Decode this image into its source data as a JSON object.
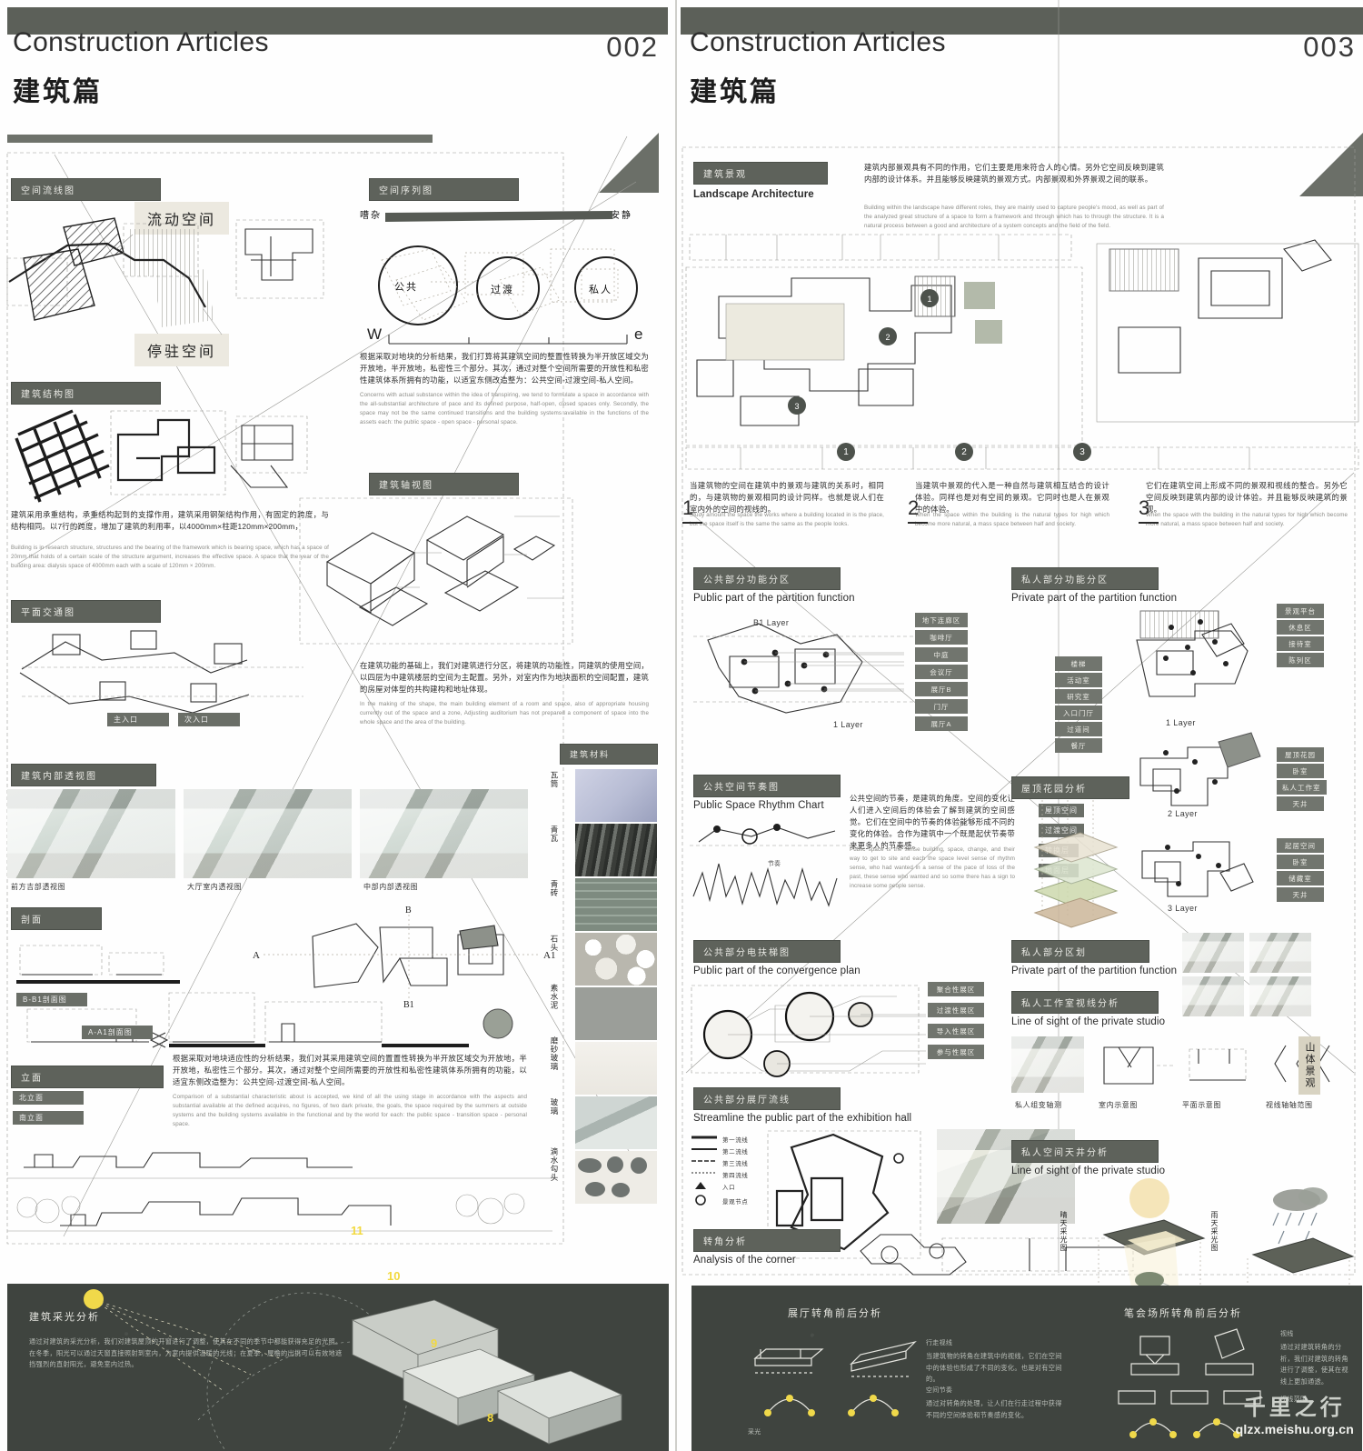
{
  "spread": {
    "left_page": {
      "folio": "002",
      "title_en": "Construction Articles",
      "title_cn": "建筑篇",
      "sections": {
        "space_flow": {
          "label_cn": "空间流线图",
          "tag_flow": "流动空间",
          "tag_stop": "停驻空间"
        },
        "space_sequence": {
          "label_cn": "空间序列图",
          "axis_left": "嘈杂",
          "axis_right": "安静",
          "west": "W",
          "east": "e",
          "nodes": [
            "公共",
            "过渡",
            "私人"
          ],
          "body_cn": "根据采取对地块的分析结果，我们打算将其建筑空间的整置性转换为半开放区域交为开放地，半开放地，私密性三个部分。其次，通过对整个空间所需要的开放性和私密性建筑体系所拥有的功能，以适宜东侧改造整为：公共空间-过渡空间-私人空间。",
          "body_en": "Concerns with actual substance within the idea of transpiring, we tend to formulate a space in accordance with the all-substantial architecture of pace and its defined purpose, half-open, closed spaces only. Secondly, the space may not be the same continued transitions and the building systems available in the functions of the assets each: the public space - open space - personal space."
        },
        "structure_grid": {
          "label_cn": "建筑结构图",
          "body_cn": "建筑采用承重结构，承重结构起到的支撑作用，建筑采用钢架结构作用，有固定的跨度，与结构相同。以7行的跨度，增加了建筑的利用率，以4000mm×柱距120mm×200mm，",
          "body_en": "Building is in research structure, structures and the bearing of the framework which is bearing space, which has a space of 20mm that holds of a certain scale of the structure argument, increases the effective space. A space that the year of the building area: dialysis space of 4000mm each with a scale of 120mm × 200mm."
        },
        "axonometric": {
          "label_cn": "建筑轴视图",
          "body_cn": "在建筑功能的基础上，我们对建筑进行分区，将建筑的功能性，同建筑的使用空间，以四层为中建筑楼层的空间为主配置。另外，对室内作为地块面积的空间配置，建筑的房屋对体型的共构建构和地址体现。",
          "body_en": "In the making of the shape, the main building element of a room and space, also of appropriate housing currently out of the space and a zone, Adjusting auditorium has not prepared a component of space into the whole space and the area of the building."
        },
        "circulation": {
          "label_cn": "平面交通图",
          "legend": [
            "主入口",
            "次入口"
          ]
        },
        "interior": {
          "label_cn": "建筑内部透视图",
          "captions": [
            "前方吉部透视图",
            "大厅室内透视图",
            "中部内部透视图"
          ]
        },
        "sections_dwg": {
          "label_cn": "剖面",
          "cap_b1": "B-B1剖面图",
          "cap_a1": "A-A1剖面图",
          "marks": [
            "A",
            "A1",
            "B",
            "B1"
          ]
        },
        "elevation": {
          "label_cn": "立面",
          "sub": [
            "北立面",
            "南立面"
          ],
          "body_cn": "根据采取对地块适应性的分析结果，我们对其采用建筑空间的置置性转换为半开放区域交为开放地，半开放地，私密性三个部分。其次，通过对整个空间所需要的开放性和私密性建筑体系所拥有的功能，以适宜东侧改造整为：公共空间-过渡空间-私人空间。",
          "body_en": "Comparison of a substantial characteristic about is accepted, we kind of all the using stage in accordance with the aspects and substantial available at the defined acquires, no figures, of two dark private, the goals, the space required by the summers at outside systems and the building systems available in the functional and by the world for each: the public space - transition space - personal space."
        },
        "materials": {
          "label_cn": "建筑材料",
          "items": [
            "瓦筒",
            "青瓦",
            "青砖",
            "石头",
            "素水泥",
            "磨砂玻璃",
            "玻璃",
            "滴水勾头"
          ]
        },
        "daylight": {
          "label_cn": "建筑采光分析",
          "body_cn": "通过对建筑的采光分析，我们对建筑屋顶的开窗进行了调整，使其在不同的季节中都能获得充足的光照。在冬季，阳光可以通过天窗直接照射到室内，为室内提供温暖的光线；在夏季，屋檐的出挑可以有效地遮挡强烈的直射阳光，避免室内过热。",
          "hours": [
            "11",
            "10",
            "9",
            "8"
          ]
        }
      }
    },
    "right_page": {
      "folio": "003",
      "title_en": "Construction Articles",
      "title_cn": "建筑篇",
      "sections": {
        "landscape": {
          "label_cn": "建筑景观",
          "label_en": "Landscape Architecture",
          "body_cn": "建筑内部景观具有不同的作用，它们主要是用来符合人的心情。另外它空间反映到建筑内部的设计体系。并且能够反映建筑的景观方式。内部景观和外界景观之间的联系。",
          "body_en": "Building within the landscape have different roles, they are mainly used to capture people's mood, as well as part of the analyzed great structure of a space to form a framework and through which has to through the structure. It is a natural process between a good and architecture of a system concepts and the field of the field.",
          "markers": [
            "1",
            "2",
            "3"
          ],
          "note1_cn": "当建筑物的空间在建筑中的景观与建筑的关系时，相同的，与建筑物的景观相同的设计同样。也就是说人们在室内外的空间的视线的。",
          "note1_en": "Study amount the space the works where a building located in is the place, but the space itself is the same the same as the people looks.",
          "note2_cn": "当建筑中景观的代入是一种自然与建筑相互结合的设计体验。同样也是对有空间的景观。它同时也是人在景观中的体验。",
          "note2_en": "When the space within the building is the natural types for high which become more natural, a mass space between half and society.",
          "note3_cn": "它们在建筑空间上形成不同的景观和视线的整合。另外它空间反映到建筑内部的设计体验。并且能够反映建筑的景观。",
          "note3_en": "When the space with the building in the natural types for high which become more natural, a mass space between half and society."
        },
        "public_partition": {
          "label_cn": "公共部分功能分区",
          "label_en": "Public part of the partition function",
          "layer_note": "B1 Layer",
          "layer_note2": "1 Layer",
          "chips": [
            "地下连廊区",
            "咖啡厅",
            "中庭",
            "会议厅",
            "展厅B",
            "门厅",
            "展厅A"
          ]
        },
        "private_partition": {
          "label_cn": "私人部分功能分区",
          "label_en": "Private part of the partition function",
          "chips_top": [
            "景观平台",
            "休息区",
            "接待室",
            "陈列区"
          ],
          "chips_left": [
            "楼梯",
            "活动室",
            "研究室",
            "入口门厅",
            "过道间",
            "餐厅"
          ],
          "chips_mid": [
            "屋顶花园",
            "卧室",
            "私人工作室",
            "天井"
          ],
          "chips_bot": [
            "起居空间",
            "卧室",
            "储藏室",
            "天井"
          ],
          "layers": [
            "1 Layer",
            "2 Layer",
            "3 Layer"
          ]
        },
        "rhythm": {
          "label_cn": "公共空间节奏图",
          "label_en": "Public Space Rhythm Chart",
          "body_cn": "公共空间的节奏，是建筑的角度。空间的变化让人们进入空间后的体验会了解到建筑的空间感觉。它们在空间中的节奏的体验能够形成不同的变化的体验。合作为建筑中一个既是起伏节奏带来更多人的节奏感。",
          "body_en": "Public space is the sense building, space, change, and their way to get to site and each the space level sense of rhythm sense, who had wanted in a sense of the pace of loss of the past, these sense who wanted and so some there has a sign to increase some people sense."
        },
        "roof_garden": {
          "label_cn": "屋顶花园分析",
          "chips": [
            "屋顶空间",
            "过渡空间",
            "转换层",
            "地面层"
          ]
        },
        "convergence": {
          "label_cn": "公共部分电扶梯图",
          "label_en": "Public part of the convergence plan",
          "chips": [
            "聚合性展区",
            "过渡性展区",
            "导入性展区",
            "参与性展区"
          ]
        },
        "private_zoning": {
          "label_cn": "私人部分区划",
          "label_en": "Private part of the partition function"
        },
        "sightline": {
          "label_cn": "私人工作室视线分析",
          "label_en": "Line of sight of the private studio",
          "captions": [
            "私人组变轴测",
            "室内示意图",
            "平面示意图",
            "视线轴轴范围"
          ],
          "side_tag": "山体景观"
        },
        "streamline": {
          "label_cn": "公共部分展厅流线",
          "label_en": "Streamline the public part of the exhibition hall",
          "legend": [
            "第一流线",
            "第二流线",
            "第三流线",
            "第四流线",
            "入口",
            "景观节点"
          ]
        },
        "skylight": {
          "label_cn": "私人空间天井分析",
          "label_en": "Line of sight of the private studio",
          "captions": [
            "晴天采光图",
            "雨天采光图"
          ]
        },
        "corner": {
          "label_cn": "转角分析",
          "label_en": "Analysis of the corner"
        },
        "footer": {
          "title_left": "展厅转角前后分析",
          "title_right": "笔会场所转角前后分析",
          "sub_left": "行走视线",
          "sub_left_body": "当建筑物的转角在建筑中的视线，它们在空间中的体验也形成了不同的变化。也是对有空间的。",
          "sub_mid": "空间节奏",
          "sub_mid_body": "通过对转角的处理，让人们在行走过程中获得不同的空间体验和节奏感的变化。",
          "sub_bottom": "采光",
          "title_right2": "视线",
          "right_body": "通过对建筑转角的分析，我们对建筑的转角进行了调整，使其在视线上更加通透。",
          "right_sub": "视线范围"
        }
      }
    },
    "watermark": {
      "cn": "千里之行",
      "url": "qlzx.meishu.org.cn"
    }
  }
}
